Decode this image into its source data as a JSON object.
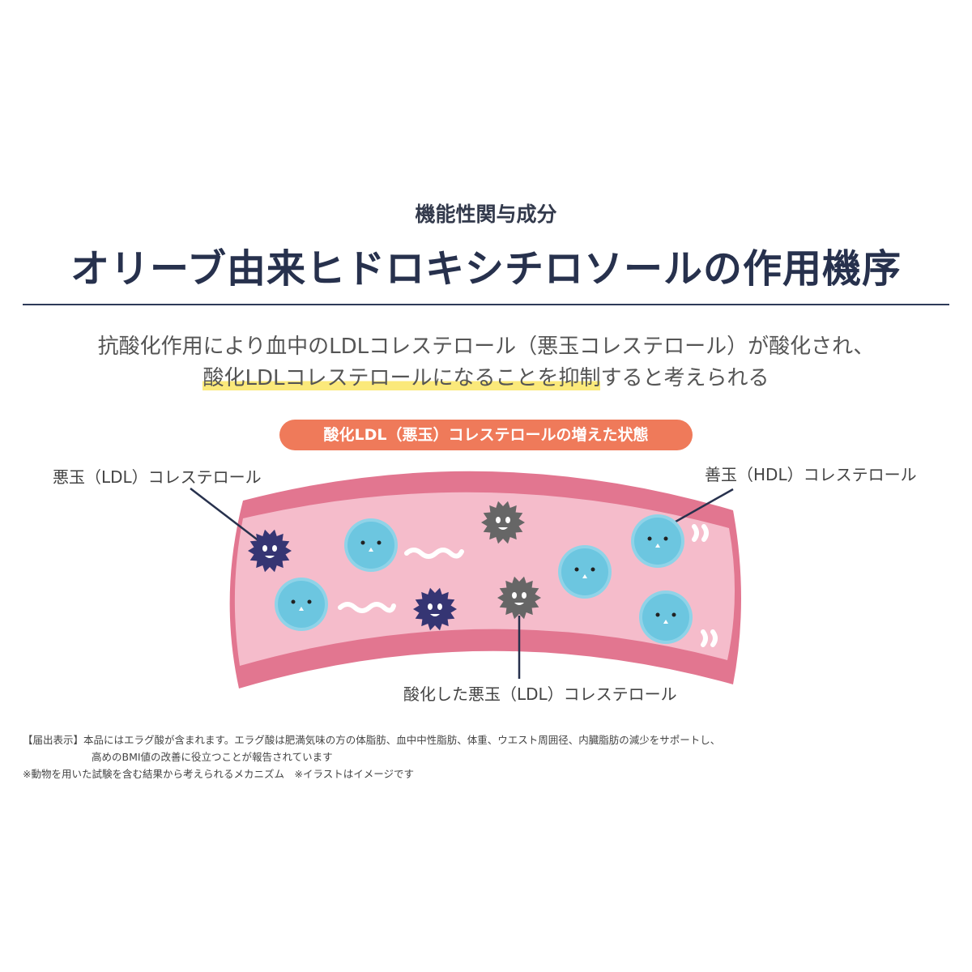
{
  "header": {
    "subtitle": "機能性関与成分",
    "title": "オリーブ由来ヒドロキシチロソールの作用機序"
  },
  "description": {
    "line1": "抗酸化作用により血中のLDLコレステロール（悪玉コレステロール）が酸化され、",
    "line2_highlight": "酸化LDLコレステロールになることを抑制",
    "line2_rest": "すると考えられる"
  },
  "diagram": {
    "state_label": "酸化LDL（悪玉）コレステロールの増えた状態",
    "label_ldl": "悪玉（LDL）コレステロール",
    "label_hdl": "善玉（HDL）コレステロール",
    "label_oxidized": "酸化した悪玉（LDL）コレステロール"
  },
  "footnotes": {
    "line1": "【届出表示】本品にはエラグ酸が含まれます。エラグ酸は肥満気味の方の体脂肪、血中中性脂肪、体重、ウエスト周囲径、内臓脂肪の減少をサポートし、",
    "line2": "高めのBMI値の改善に役立つことが報告されています",
    "line3": "※動物を用いた試験を含む結果から考えられるメカニズム　※イラストはイメージです"
  },
  "colors": {
    "navy": "#27314d",
    "orange": "#ef7a5a",
    "vessel_outer": "#e27690",
    "vessel_inner": "#f5bccb",
    "hdl": "#6cc6e0",
    "ldl": "#353573",
    "oxidized": "#666666",
    "highlight": "#fbe97a"
  }
}
